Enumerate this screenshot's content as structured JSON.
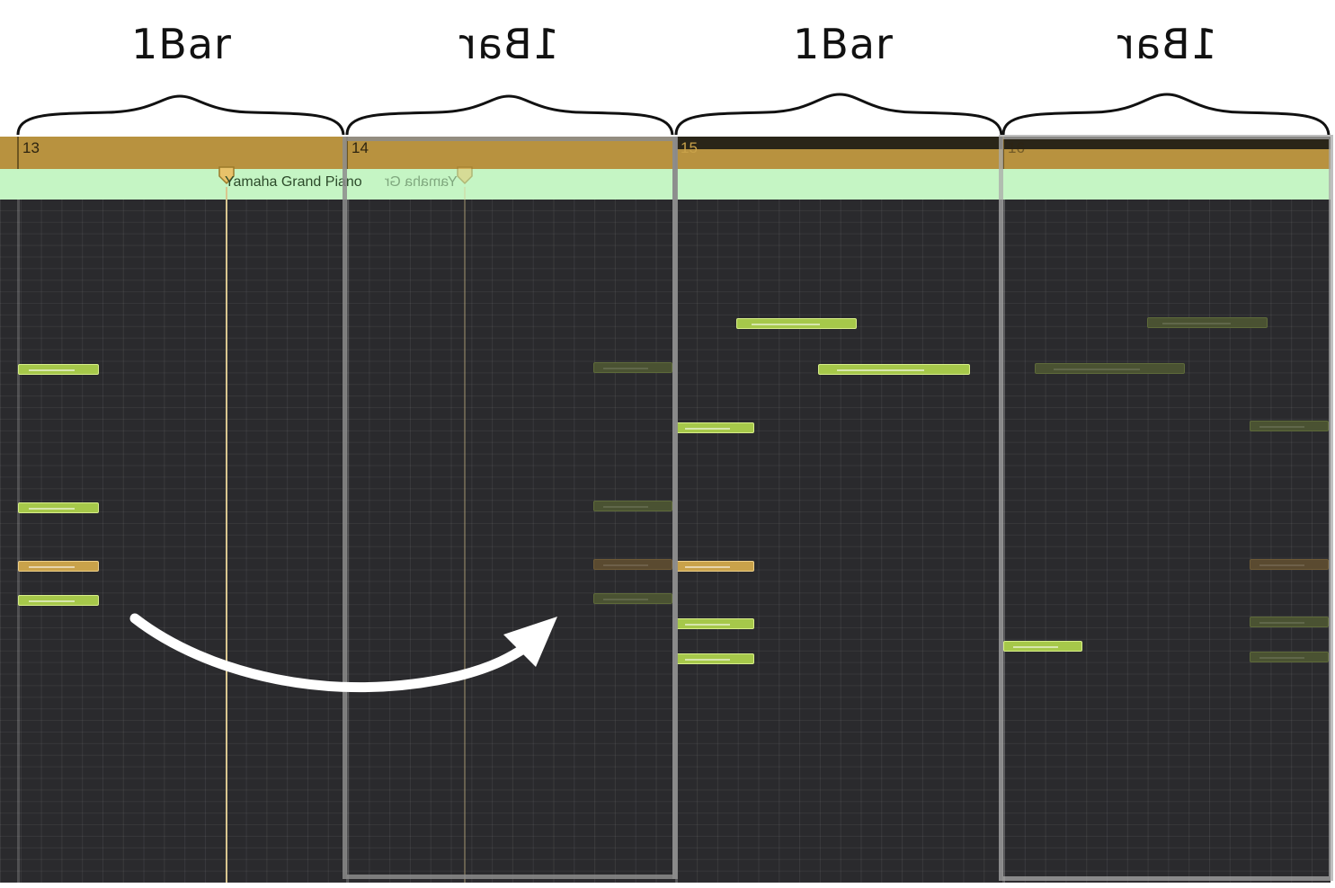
{
  "bar_labels": [
    "1Bar",
    "1Bar",
    "1Bar",
    "1Bar"
  ],
  "ruler": {
    "bar_numbers": [
      "13",
      "14",
      "15",
      "16"
    ]
  },
  "region": {
    "name": "Yamaha Grand Piano",
    "name_mirrored": "Yamaha Gr"
  },
  "colors": {
    "ruler": "#b8923f",
    "region": "#c5f5c4",
    "roll_background": "#2a2a2d",
    "note_green": "#a6c84a",
    "note_orange": "#c9a24a"
  },
  "icons": {
    "arrow": "curved-arrow-right-icon",
    "playhead": "playhead-marker-icon"
  }
}
